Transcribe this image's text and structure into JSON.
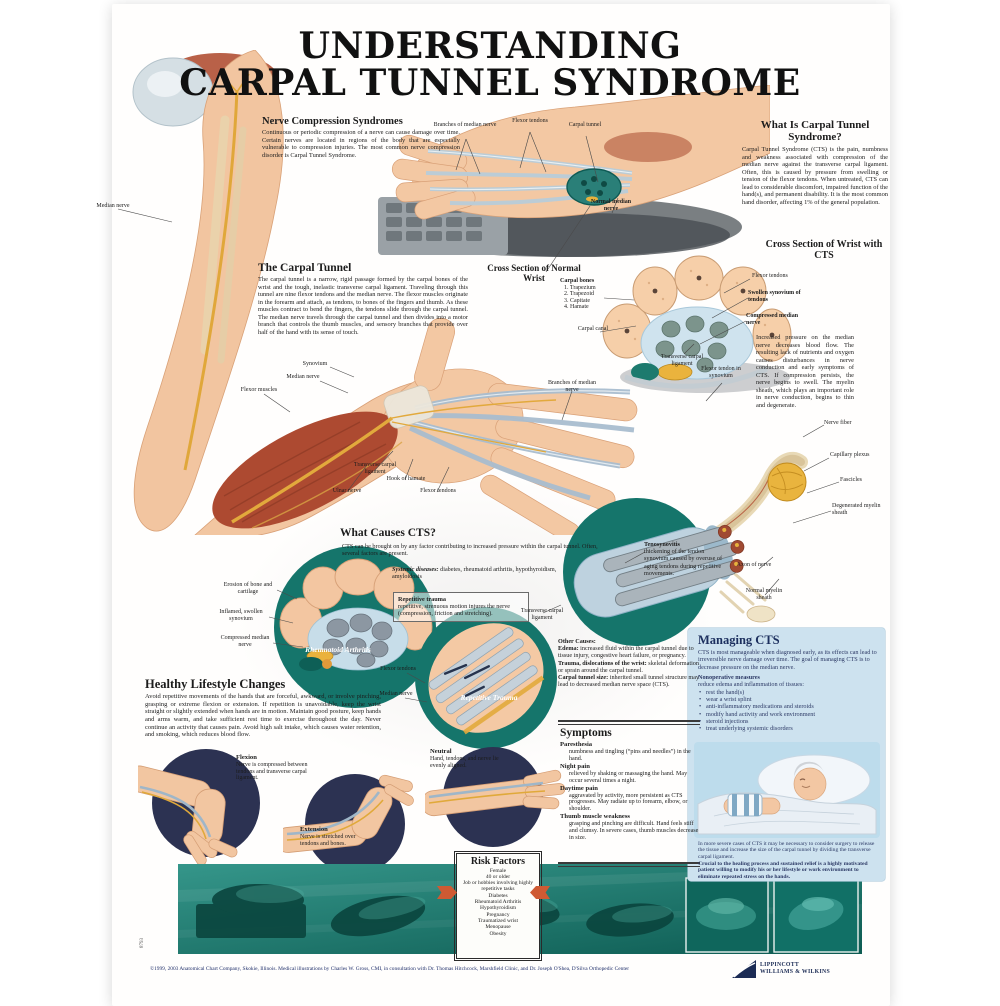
{
  "title": {
    "line1": "UNDERSTANDING",
    "line2": "CARPAL TUNNEL SYNDROME"
  },
  "nerve_compression": {
    "heading": "Nerve Compression Syndromes",
    "body": "Continuous or periodic compression of a nerve can cause damage over time. Certain nerves are located in regions of the body that are especially vulnerable to compression injuries. The most common nerve compression disorder is Carpal Tunnel Syndrome."
  },
  "what_is": {
    "heading": "What Is Carpal Tunnel Syndrome?",
    "body": "Carpal Tunnel Syndrome (CTS) is the pain, numbness and weakness associated with compression of the median nerve against the transverse carpal ligament. Often, this is caused by pressure from swelling or tension of the flexor tendons. When untreated, CTS can lead to considerable discomfort, impaired function of the hand(s), and permanent disability. It is the most common hand disorder, affecting 1% of the general population."
  },
  "carpal_tunnel": {
    "heading": "The Carpal Tunnel",
    "body": "The carpal tunnel is a narrow, rigid passage formed by the carpal bones of the wrist and the tough, inelastic transverse carpal ligament. Traveling through this tunnel are nine flexor tendons and the median nerve. The flexor muscles originate in the forearm and attach, as tendons, to bones of the fingers and thumb. As these muscles contract to bend the fingers, the tendons slide through the carpal tunnel. The median nerve travels through the carpal tunnel and then divides into a motor branch that controls the thumb muscles, and sensory branches that provide over half of the hand with its sense of touch."
  },
  "cross_normal": {
    "heading": "Cross Section of Normal Wrist"
  },
  "cross_cts": {
    "heading": "Cross Section of Wrist with CTS",
    "carpal_bones_label": "Carpal bones",
    "bones": [
      "1. Trapezium",
      "2. Trapezoid",
      "3. Capitate",
      "4. Hamate"
    ],
    "body": "Increased pressure on the median nerve decreases blood flow. The resulting lack of nutrients and oxygen causes disturbances in nerve conduction and early symptoms of CTS. If compression persists, the nerve begins to swell. The myelin sheath, which plays an important role in nerve conduction, begins to thin and degenerate."
  },
  "labels": {
    "median_nerve": "Median nerve",
    "branches_median": "Branches of median nerve",
    "flexor_tendons": "Flexor tendons",
    "carpal_tunnel": "Carpal tunnel",
    "normal_median": "Normal median nerve",
    "carpal_canal": "Carpal canal",
    "swollen_synovium": "Swollen synovium of tendons",
    "compressed_median": "Compressed median nerve",
    "transverse_ligament": "Transverse carpal ligament",
    "synovium": "Synovium",
    "flexor_muscles": "Flexor muscles",
    "ulnar_nerve": "Ulnar nerve",
    "hook_hamate": "Hook of hamate",
    "flexor_tendon_synovium": "Flexor tendon in synovium",
    "nerve_fiber": "Nerve fiber",
    "capillary_plexus": "Capillary plexus",
    "fascicles": "Fascicles",
    "degenerated_myelin": "Degenerated myelin sheath",
    "axon": "Axon of nerve",
    "normal_myelin": "Normal myelin sheath",
    "erosion": "Erosion of bone and cartilage",
    "inflamed_synovium": "Inflamed, swollen synovium"
  },
  "what_causes": {
    "heading": "What Causes CTS?",
    "intro": "CTS can be brought on by any factor contributing to increased pressure within the carpal tunnel. Often, several factors are present.",
    "systemic": {
      "lead": "Systemic diseases:",
      "rest": " diabetes, rheumatoid arthritis, hypothyroidism, amyloidosis"
    },
    "repetitive": {
      "lead": "Repetitive trauma",
      "rest": "repetitive, strenuous motion injures the nerve (compression, friction and stretching)."
    },
    "tenosynovitis": {
      "lead": "Tenosynovitis",
      "rest": "thickening of the tendon synovium caused by overuse of aging tendons during repetitive movements."
    },
    "other": {
      "heading": "Other Causes:",
      "items": [
        {
          "lead": "Edema:",
          "rest": " increased fluid within the carpal tunnel due to tissue injury, congestive heart failure, or pregnancy."
        },
        {
          "lead": "Trauma, dislocations of the wrist:",
          "rest": " skeletal deformation or sprain around the carpal tunnel."
        },
        {
          "lead": "Carpal tunnel size:",
          "rest": " inherited small tunnel structure may lead to decreased median nerve space (CTS)."
        }
      ]
    },
    "ra_caption": "Rheumatoid Arthritis",
    "rt_caption": "Repetitive Trauma"
  },
  "healthy": {
    "heading": "Healthy Lifestyle Changes",
    "body": "Avoid repetitive movements of the hands that are forceful, awkward, or involve pinching, grasping or extreme flexion or extension. If repetition is unavoidable, keep the wrist straight or slightly extended when hands are in motion. Maintain good posture, keep hands and arms warm, and take sufficient rest time to exercise throughout the day. Never continue an activity that causes pain. Avoid high salt intake, which causes water retention, and smoking, which reduces blood flow."
  },
  "positions": {
    "flexion": {
      "label": "Flexion",
      "desc": "Nerve is compressed between tendons and transverse carpal ligament."
    },
    "extension": {
      "label": "Extension",
      "desc": "Nerve is stretched over tendons and bones."
    },
    "neutral": {
      "label": "Neutral",
      "desc": "Hand, tendons, and nerve lie evenly aligned."
    }
  },
  "symptoms": {
    "heading": "Symptoms",
    "entries": [
      {
        "term": "Paresthesia",
        "desc": "numbness and tingling (“pins and needles”) in the hand."
      },
      {
        "term": "Night pain",
        "desc": "relieved by shaking or massaging the hand. May occur several times a night."
      },
      {
        "term": "Daytime pain",
        "desc": "aggravated by activity, more persistent as CTS progresses. May radiate up to forearm, elbow, or shoulder."
      },
      {
        "term": "Thumb muscle weakness",
        "desc": "grasping and pinching are difficult. Hand feels stiff and clumsy. In severe cases, thumb muscles decrease in size."
      }
    ]
  },
  "managing": {
    "heading": "Managing CTS",
    "body": "CTS is most manageable when diagnosed early, as its effects can lead to irreversible nerve damage over time. The goal of managing CTS is to decrease pressure on the median nerve.",
    "subhead": "Nonoperative measures",
    "intro": "reduce edema and inflammation of tissues:",
    "bullets": [
      "rest the hand(s)",
      "wear a wrist splint",
      "anti-inflammatory medications and steroids",
      "modify hand activity and work environment",
      "steroid injections",
      "treat underlying systemic disorders"
    ],
    "note1": "In more severe cases of CTS it may be necessary to consider surgery to release the tissue and increase the size of the carpal tunnel by dividing the transverse carpal ligament.",
    "note2": "Crucial to the healing process and sustained relief is a highly motivated patient willing to modify his or her lifestyle or work environment to eliminate repeated stress on the hands."
  },
  "risk": {
    "heading": "Risk Factors",
    "items": [
      "Female",
      "40 or older",
      "Job or hobbies involving highly repetitive tasks",
      "Diabetes",
      "Rheumatoid Arthritis",
      "Hypothyroidism",
      "Pregnancy",
      "Traumatized wrist",
      "Menopause",
      "Obesity"
    ]
  },
  "footer": {
    "copyright": "©1999, 2003 Anatomical Chart Company, Skokie, Illinois. Medical illustrations by Charles W. Gross, CMI, in consultation with Dr. Thomas Hitchcock, Marshfield Clinic, and Dr. Joseph O'Shea, D'Silva Orthopedic Center",
    "brand_line1": "LIPPINCOTT",
    "brand_line2": "WILLIAMS & WILKINS",
    "item_number": "8793"
  }
}
